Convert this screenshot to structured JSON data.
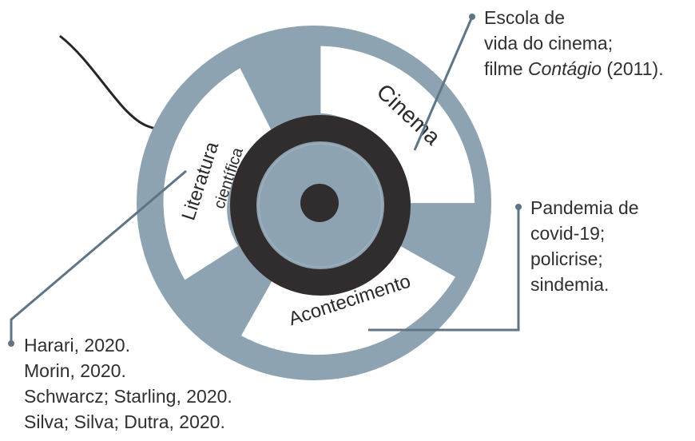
{
  "colors": {
    "reel": "#8ea3b2",
    "hub_ring": "#312d2e",
    "connector": "#5f7585",
    "film": "#262626",
    "text": "#2f2f2f"
  },
  "reel_labels": {
    "cinema": "Cinema",
    "literatura_line1": "Literatura",
    "literatura_line2": "científica",
    "acontecimento": "Acontecimento"
  },
  "notes": {
    "cinema": {
      "line1": "Escola de",
      "line2": "vida do cinema;",
      "line3_prefix": "filme ",
      "line3_title": "Contágio",
      "line3_suffix": " (2011)."
    },
    "acontecimento": {
      "line1": "Pandemia de",
      "line2": "covid-19;",
      "line3": "policrise;",
      "line4": "sindemia."
    },
    "literatura": {
      "refs": [
        "Harari, 2020.",
        "Morin, 2020.",
        "Schwarcz; Starling, 2020.",
        "Silva; Silva; Dutra, 2020."
      ]
    }
  }
}
